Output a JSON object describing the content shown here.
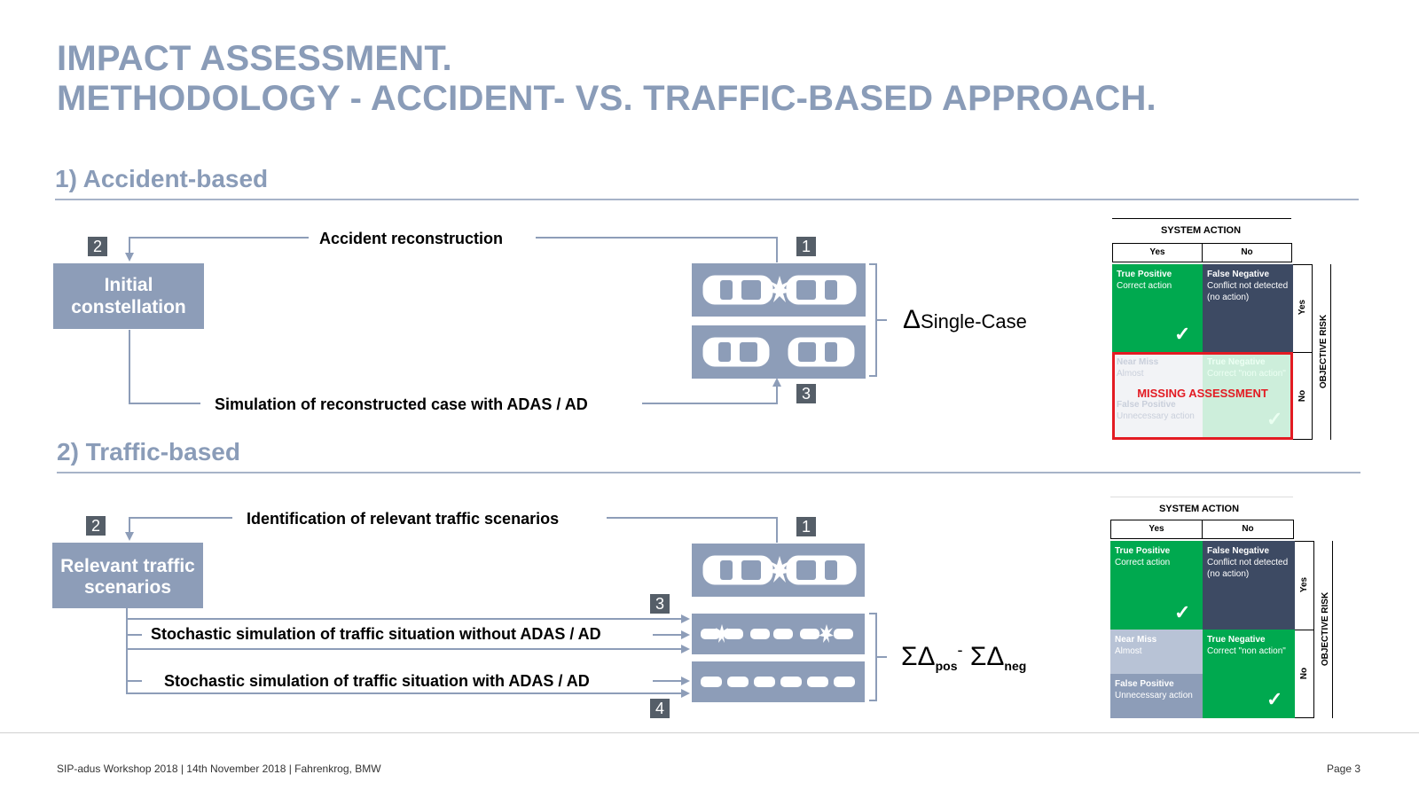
{
  "title": {
    "line1": "IMPACT ASSESSMENT.",
    "line2": "METHODOLOGY - ACCIDENT- VS. TRAFFIC-BASED APPROACH."
  },
  "section1": {
    "heading": "1) Accident-based",
    "box_label": "Initial constellation",
    "top_label": "Accident reconstruction",
    "bottom_label": "Simulation of reconstructed case with ADAS / AD",
    "num1": "1",
    "num2": "2",
    "num3": "3",
    "delta_symbol": "Δ",
    "delta_sub": "Single-Case"
  },
  "section2": {
    "heading": "2) Traffic-based",
    "box_label": "Relevant traffic scenarios",
    "top_label": "Identification of relevant traffic scenarios",
    "sim_without": "Stochastic simulation of traffic situation without ADAS / AD",
    "sim_with": "Stochastic simulation of traffic situation with ADAS / AD",
    "num1": "1",
    "num2": "2",
    "num3": "3",
    "num4": "4",
    "sum1": "ΣΔ",
    "sub_pos": "pos",
    "minus": "-",
    "sum2": "ΣΔ",
    "sub_neg": "neg"
  },
  "matrix": {
    "title": "SYSTEM ACTION",
    "col_yes": "Yes",
    "col_no": "No",
    "row_yes": "Yes",
    "row_no": "No",
    "side_label": "OBJECTIVE RISK",
    "tp_title": "True Positive",
    "tp_sub": "Correct action",
    "fn_title": "False Negative",
    "fn_sub": "Conflict not detected (no action)",
    "nm_title": "Near Miss",
    "nm_sub": "Almost",
    "fp_title": "False Positive",
    "fp_sub": "Unnecessary action",
    "tn_title": "True Negative",
    "tn_sub": "Correct \"non action\"",
    "missing": "MISSING ASSESSMENT"
  },
  "colors": {
    "title": "#8a9cb8",
    "box": "#8d9db8",
    "green": "#00a94f",
    "navy": "#3d4a63",
    "light": "#b8c3d6",
    "red": "#e31b23"
  },
  "footer": {
    "left": "SIP-adus Workshop 2018 | 14th November 2018 | Fahrenkrog, BMW",
    "right": "Page 3"
  }
}
